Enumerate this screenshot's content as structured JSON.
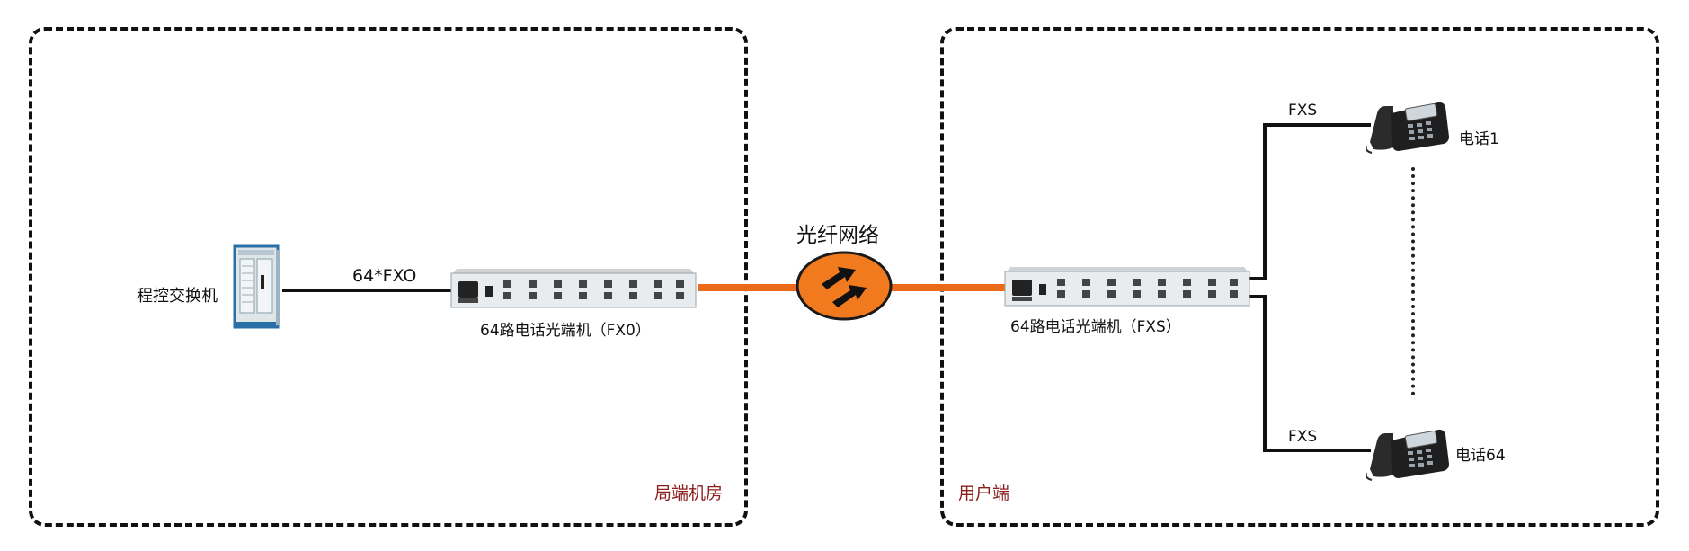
{
  "zones": {
    "left_label": "局端机房",
    "right_label": "用户端"
  },
  "nodes": {
    "switch_label": "程控交换机",
    "device_left_label": "64路电话光端机（FX0）",
    "device_right_label": "64路电话光端机（FXS）",
    "fiber_network_label": "光纤网络",
    "phone1_label": "电话1",
    "phone64_label": "电话64"
  },
  "links": {
    "switch_to_device": "64*FXO",
    "fxs_top": "FXS",
    "fxs_bottom": "FXS"
  },
  "colors": {
    "fiber": "#ea6a1a",
    "zone_label": "#8b1e1e",
    "cabinet_accent": "#2a6fa5"
  }
}
